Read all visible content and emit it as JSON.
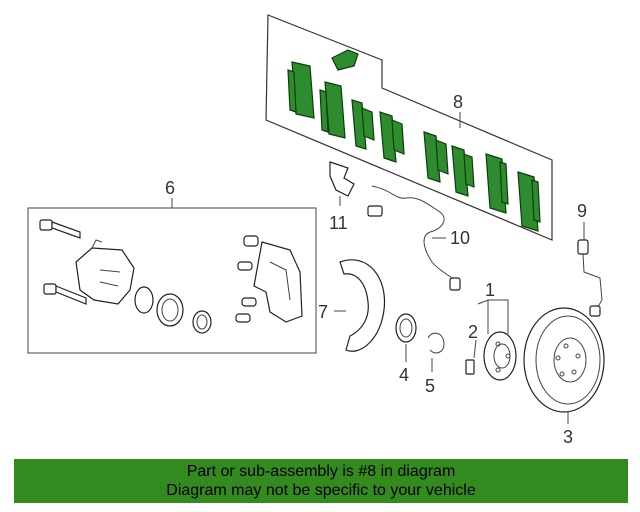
{
  "callouts": {
    "c1": "1",
    "c2": "2",
    "c3": "3",
    "c4": "4",
    "c5": "5",
    "c6": "6",
    "c7": "7",
    "c8": "8",
    "c9": "9",
    "c10": "10",
    "c11": "11"
  },
  "banner": {
    "line1": "Part or sub-assembly is #8 in diagram",
    "line2": "Diagram may not be specific to your vehicle"
  },
  "colors": {
    "highlight": "#2e8b2e",
    "banner": "#338a1e"
  }
}
